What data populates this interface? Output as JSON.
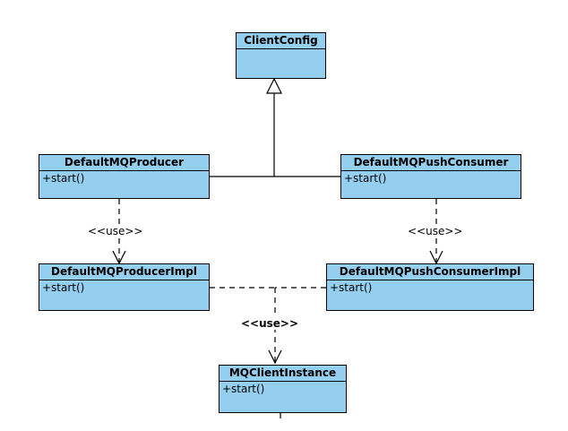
{
  "diagram": {
    "classes": {
      "client_config": {
        "name": "ClientConfig",
        "operations": []
      },
      "producer": {
        "name": "DefaultMQProducer",
        "operations": [
          "+start()"
        ]
      },
      "push_consumer": {
        "name": "DefaultMQPushConsumer",
        "operations": [
          "+start()"
        ]
      },
      "producer_impl": {
        "name": "DefaultMQProducerImpl",
        "operations": [
          "+start()"
        ]
      },
      "push_consumer_impl": {
        "name": "DefaultMQPushConsumerImpl",
        "operations": [
          "+start()"
        ]
      },
      "client_instance": {
        "name": "MQClientInstance",
        "operations": [
          "+start()"
        ]
      }
    },
    "relations": {
      "producer_use": "<<use>>",
      "consumer_use": "<<use>>",
      "impl_use": "<<use>>"
    },
    "colors": {
      "class_fill": "#94cff0",
      "line": "#000000"
    }
  }
}
